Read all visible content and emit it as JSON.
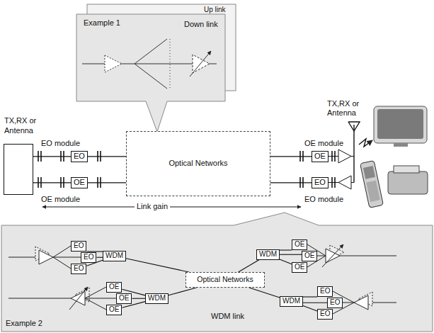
{
  "diagram": {
    "nodes": [
      {
        "text": [
          "Up link"
        ]
      },
      {
        "text": [
          "Example 1",
          "Down link"
        ]
      },
      {
        "text": [
          "TX,RX or Antenna"
        ]
      },
      {
        "text": [
          "EO"
        ]
      },
      {
        "text": [
          "OE"
        ]
      },
      {
        "text": [
          "Optical Networks"
        ]
      },
      {
        "text": [
          "OE"
        ]
      },
      {
        "text": [
          "EO"
        ]
      },
      {
        "text": [
          "WDM link",
          "Example 2"
        ]
      },
      {
        "text": [
          "EO"
        ],
        "in": 8
      },
      {
        "text": [
          "EO"
        ],
        "in": 8
      },
      {
        "text": [
          "EO"
        ],
        "in": 8
      },
      {
        "text": [
          "WDM"
        ],
        "in": 8
      },
      {
        "text": [
          "OE"
        ],
        "in": 8
      },
      {
        "text": [
          "OE"
        ],
        "in": 8
      },
      {
        "text": [
          "OE"
        ],
        "in": 8
      },
      {
        "text": [
          "WDM"
        ],
        "in": 8
      },
      {
        "text": [
          "Optical Networks"
        ],
        "in": 8
      },
      {
        "text": [
          "WDM"
        ],
        "in": 8
      },
      {
        "text": [
          "OE"
        ],
        "in": 8
      },
      {
        "text": [
          "OE"
        ],
        "in": 8
      },
      {
        "text": [
          "OE"
        ],
        "in": 8
      },
      {
        "text": [
          "WDM"
        ],
        "in": 8
      },
      {
        "text": [
          "EO"
        ],
        "in": 8
      },
      {
        "text": [
          "EO"
        ],
        "in": 8
      },
      {
        "text": [
          "EO"
        ],
        "in": 8
      }
    ],
    "edges": [
      {
        "from": 2,
        "to": 3,
        "arrow": "none"
      },
      {
        "from": 3,
        "to": 5,
        "arrow": "none"
      },
      {
        "from": 5,
        "to": 6,
        "arrow": "none"
      },
      {
        "from": 7,
        "to": 5,
        "arrow": "none"
      },
      {
        "from": 5,
        "to": 4,
        "arrow": "none"
      },
      {
        "from": 4,
        "to": 2,
        "arrow": "none"
      },
      {
        "from": 9,
        "to": 12,
        "arrow": "none"
      },
      {
        "from": 10,
        "to": 12,
        "arrow": "none"
      },
      {
        "from": 11,
        "to": 12,
        "arrow": "none"
      },
      {
        "from": 12,
        "to": 17,
        "arrow": "none"
      },
      {
        "from": 17,
        "to": 18,
        "arrow": "none"
      },
      {
        "from": 18,
        "to": 19,
        "arrow": "none"
      },
      {
        "from": 18,
        "to": 20,
        "arrow": "none"
      },
      {
        "from": 18,
        "to": 21,
        "arrow": "none"
      },
      {
        "from": 23,
        "to": 22,
        "arrow": "none"
      },
      {
        "from": 24,
        "to": 22,
        "arrow": "none"
      },
      {
        "from": 25,
        "to": 22,
        "arrow": "none"
      },
      {
        "from": 22,
        "to": 17,
        "arrow": "none"
      },
      {
        "from": 17,
        "to": 16,
        "arrow": "none"
      },
      {
        "from": 16,
        "to": 13,
        "arrow": "none"
      },
      {
        "from": 16,
        "to": 14,
        "arrow": "none"
      },
      {
        "from": 16,
        "to": 15,
        "arrow": "none"
      }
    ],
    "labels": [
      "TX,RX or Antenna",
      "EO module",
      "OE module",
      "OE module",
      "EO module",
      "Link gain"
    ]
  }
}
